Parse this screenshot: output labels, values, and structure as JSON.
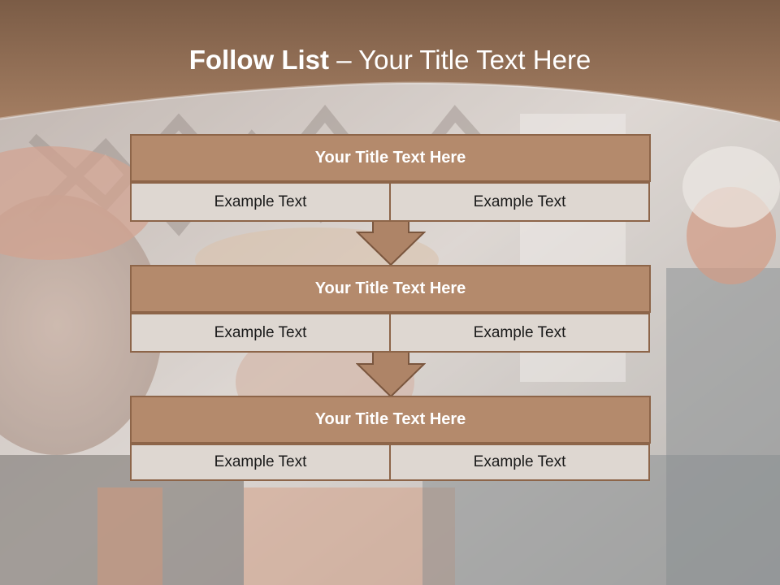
{
  "slide": {
    "title_bold": "Follow List",
    "title_rest": "– Your Title Text Here"
  },
  "blocks": [
    {
      "title": "Your Title Text Here",
      "left_text": "Example Text",
      "right_text": "Example Text"
    },
    {
      "title": "Your Title Text Here",
      "left_text": "Example Text",
      "right_text": "Example Text"
    },
    {
      "title": "Your Title Text Here",
      "left_text": "Example Text",
      "right_text": "Example Text"
    }
  ],
  "colors": {
    "title_band": "#8f6a50",
    "block_header": "#b48a6c",
    "block_border": "#8d6549",
    "block_cell": "#ded7d1"
  }
}
